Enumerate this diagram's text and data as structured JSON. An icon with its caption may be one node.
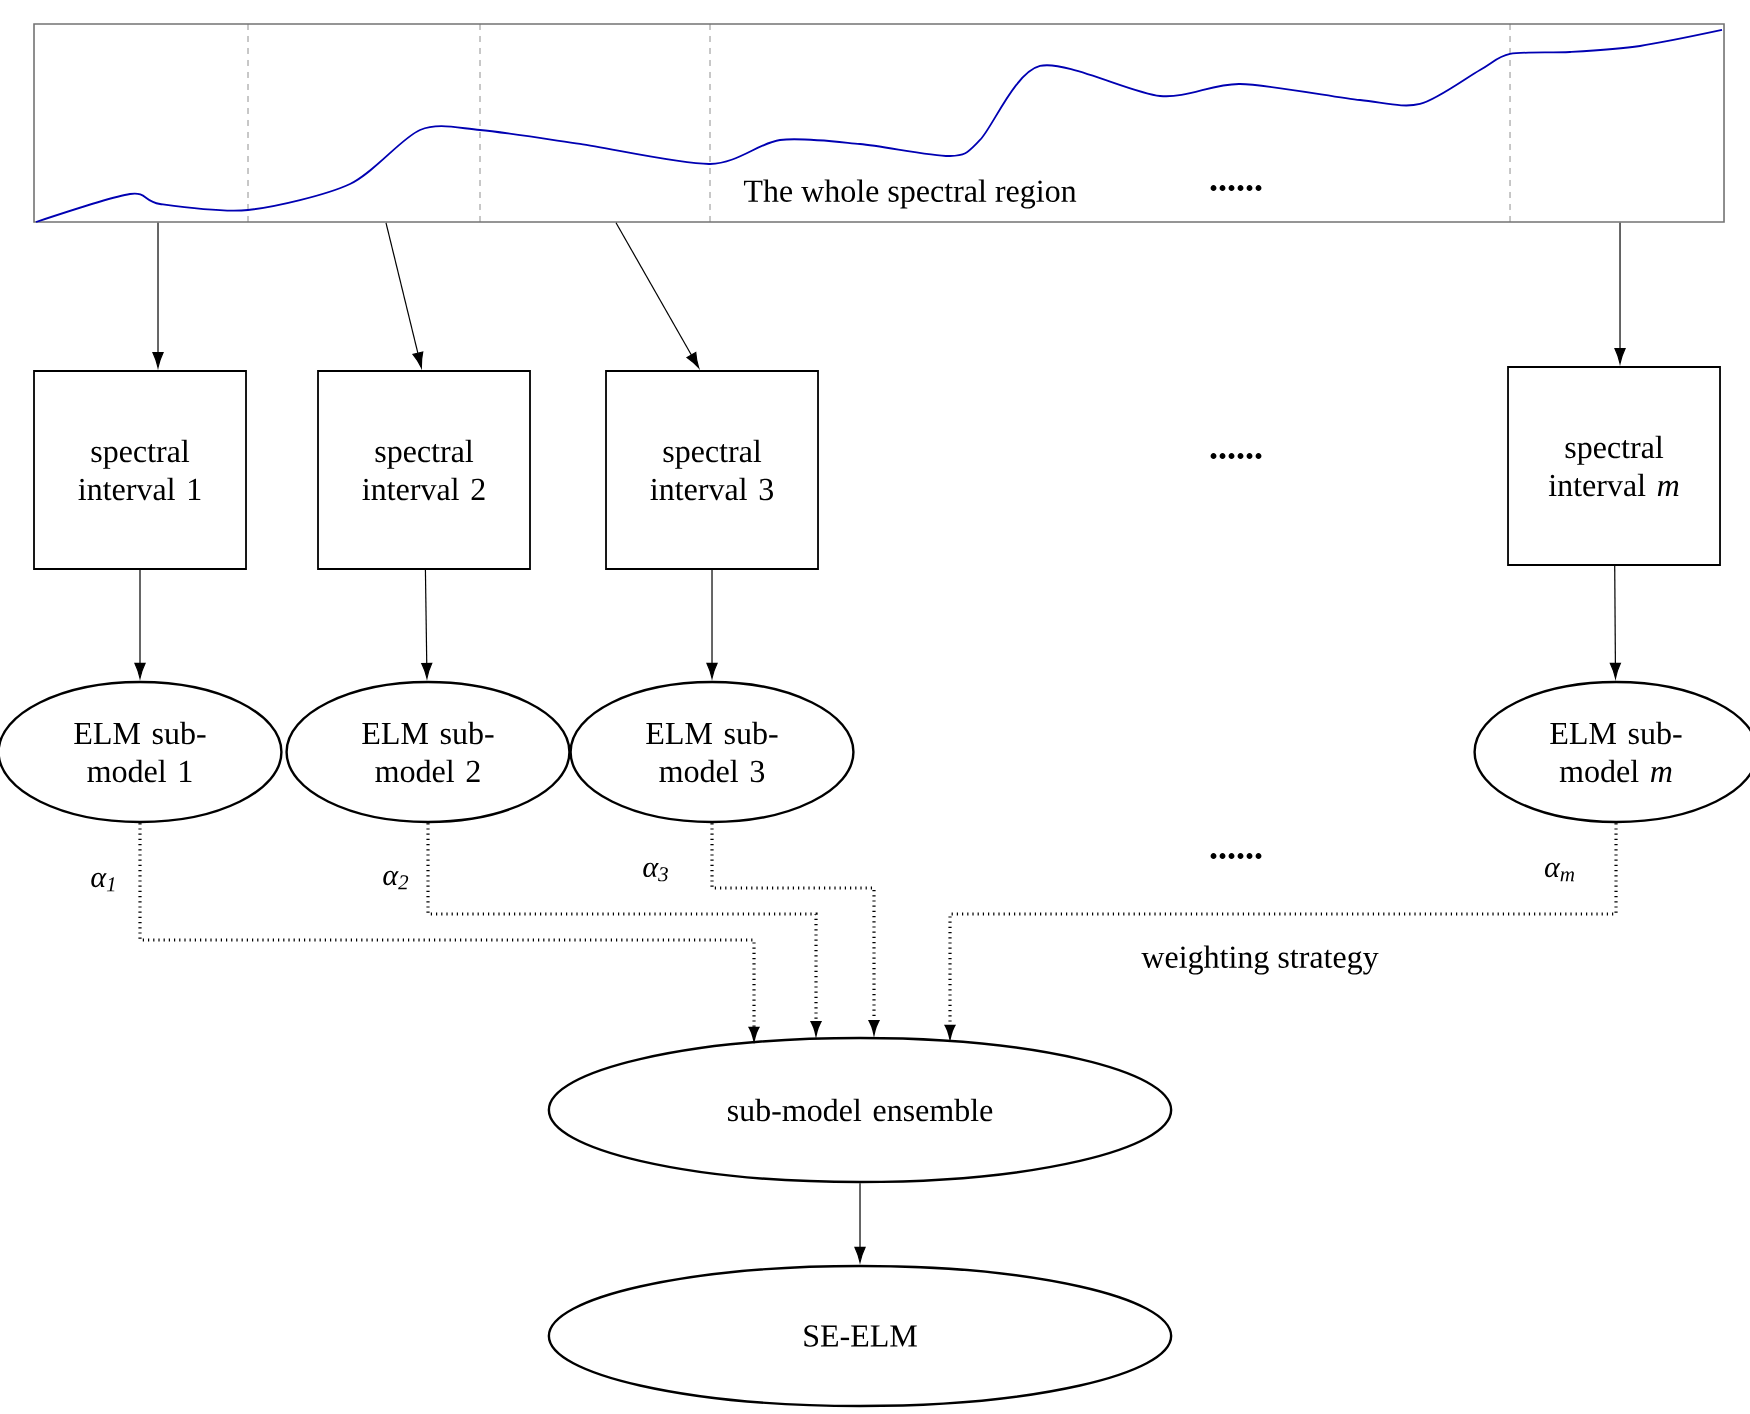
{
  "diagram": {
    "nodes": [
      {
        "text": [
          "The whole spectral region",
          "......"
        ]
      },
      {
        "text": [
          "spectral interval 1"
        ]
      },
      {
        "text": [
          "spectral interval 2"
        ]
      },
      {
        "text": [
          "spectral interval 3"
        ]
      },
      {
        "text": [
          "spectral interval *m*"
        ]
      },
      {
        "text": [
          "ELM sub-model 1"
        ]
      },
      {
        "text": [
          "ELM sub-model 2"
        ]
      },
      {
        "text": [
          "ELM sub-model 3"
        ]
      },
      {
        "text": [
          "ELM sub-model *m*"
        ]
      },
      {
        "text": [
          "sub-model ensemble"
        ]
      },
      {
        "text": [
          "SE-ELM"
        ]
      }
    ],
    "edges": [
      {
        "from": 0,
        "to": 1,
        "arrow": "to"
      },
      {
        "from": 0,
        "to": 2,
        "arrow": "to"
      },
      {
        "from": 0,
        "to": 3,
        "arrow": "to"
      },
      {
        "from": 0,
        "to": 4,
        "arrow": "to"
      },
      {
        "from": 1,
        "to": 5,
        "arrow": "to"
      },
      {
        "from": 2,
        "to": 6,
        "arrow": "to"
      },
      {
        "from": 3,
        "to": 7,
        "arrow": "to"
      },
      {
        "from": 4,
        "to": 8,
        "arrow": "to"
      },
      {
        "from": 5,
        "to": 9,
        "arrow": "to",
        "style": "dashed",
        "label": "α$_{1}$"
      },
      {
        "from": 6,
        "to": 9,
        "arrow": "to",
        "style": "dashed",
        "label": "α$_{2}$"
      },
      {
        "from": 7,
        "to": 9,
        "arrow": "to",
        "style": "dashed",
        "label": "α$_{3}$"
      },
      {
        "from": 8,
        "to": 9,
        "arrow": "to",
        "style": "dashed",
        "label": "α$_{m}$"
      },
      {
        "from": 9,
        "to": 10,
        "arrow": "to"
      }
    ],
    "labels": [
      "......",
      "......",
      "weighting strategy"
    ]
  }
}
